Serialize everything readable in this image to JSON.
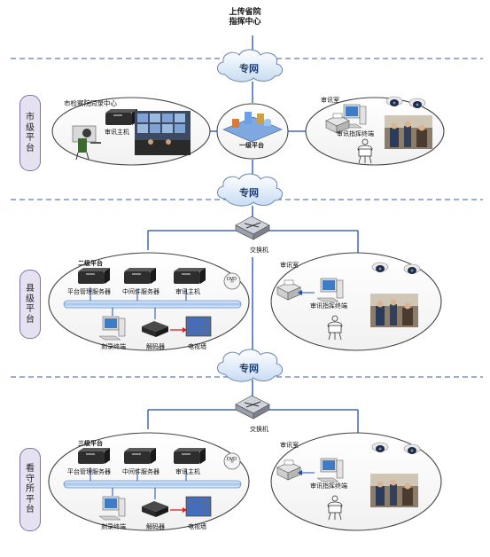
{
  "top": {
    "title_line1": "上传省院",
    "title_line2": "指挥中心"
  },
  "network": {
    "cloud1": "专网",
    "cloud2": "专网",
    "cloud3": "专网"
  },
  "tiers": [
    {
      "label": "市级平台"
    },
    {
      "label": "县级平台"
    },
    {
      "label": "看守所平台"
    }
  ],
  "city": {
    "center": "市检察院同录中心",
    "host": "审讯主机",
    "platform": "一级平台",
    "room": "审讯室",
    "terminal": "审讯指挥终端"
  },
  "county": {
    "switch": "交换机",
    "platform": "二级平台",
    "mgmt_server": "平台管理服务器",
    "middleware": "中间件服务器",
    "host": "审讯主机",
    "dvd": "DVD",
    "recorder": "刻录终端",
    "decoder": "解码器",
    "tv_wall": "电视墙",
    "room": "审讯室",
    "terminal": "审讯指挥终端"
  },
  "jail": {
    "switch": "交换机",
    "platform": "三级平台",
    "mgmt_server": "平台管理服务器",
    "middleware": "中间件服务器",
    "host": "审讯主机",
    "dvd": "DVD",
    "recorder": "刻录终端",
    "decoder": "解码器",
    "tv_wall": "电视墙",
    "room": "审讯室",
    "terminal": "审讯指挥终端"
  }
}
